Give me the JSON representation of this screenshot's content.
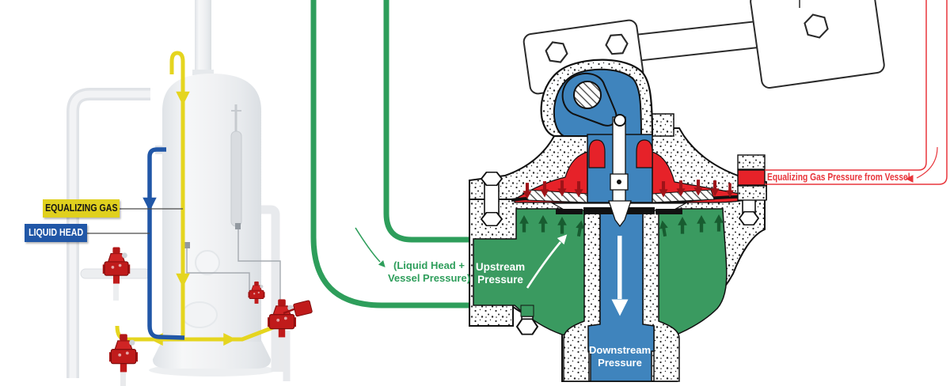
{
  "vessel": {
    "labels": {
      "equalizing_gas": "EQUALIZING GAS",
      "liquid_head": "LIQUID HEAD"
    }
  },
  "valve": {
    "annotations": {
      "inlet_note": "(Liquid Head +\nVessel Pressure)",
      "upstream": "Upstream\nPressure",
      "downstream": "Downstream\nPressure",
      "equalizing_line": "Equalizing Gas Pressure from Vessel"
    }
  },
  "colors": {
    "process_green": "#2e9e5b",
    "chamber_green": "#3a9a60",
    "chamber_red": "#e62229",
    "chamber_blue": "#3f84bd",
    "equalizing_yellow": "#e5d51f",
    "liquid_blue": "#2157a7",
    "annotation_red": "#e8353b",
    "arrow_dark_red": "#9e1318",
    "arrow_dark_green": "#185c30"
  }
}
